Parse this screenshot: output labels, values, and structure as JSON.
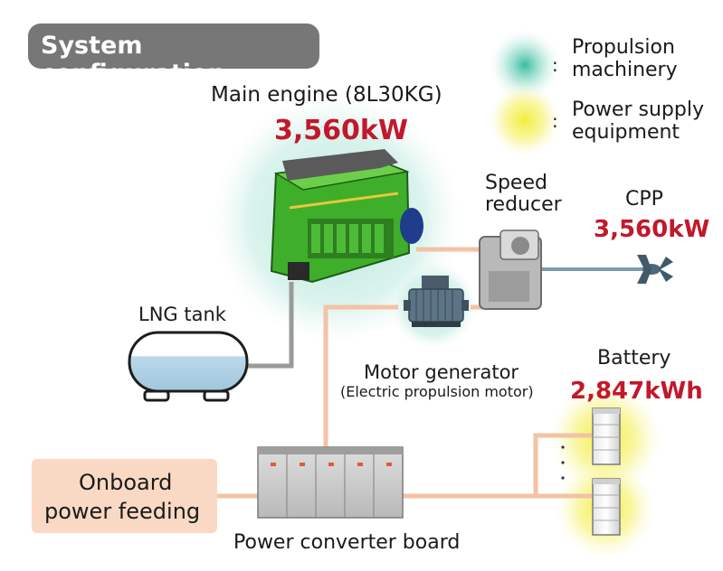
{
  "title": "System configuration",
  "legend": [
    {
      "colon": ":",
      "label_line1": "Propulsion",
      "label_line2": "machinery",
      "color": "#2fb79a"
    },
    {
      "colon": ":",
      "label_line1": "Power supply",
      "label_line2": "equipment",
      "color": "#f2ee3a"
    }
  ],
  "main_engine": {
    "label": "Main engine (8L30KG)",
    "power": "3,560kW"
  },
  "speed_reducer": {
    "line1": "Speed",
    "line2": "reducer"
  },
  "cpp": {
    "label": "CPP",
    "power": "3,560kW"
  },
  "lng_tank": {
    "label": "LNG tank"
  },
  "motor_generator": {
    "label": "Motor generator",
    "sublabel": "(Electric propulsion motor)"
  },
  "battery": {
    "label": "Battery",
    "capacity": "2,847kWh"
  },
  "onboard_feeding": {
    "line1": "Onboard",
    "line2": "power feeding"
  },
  "converter_board": {
    "label": "Power converter board"
  },
  "colors": {
    "accent_red": "#c2182b",
    "connector_peach": "#f4c2a4",
    "fuel_pipe_gray": "#9a9a9a",
    "propulsion_glow": "#2fb79a",
    "supply_glow": "#f2ee3a",
    "engine_green": "#3fae2a"
  }
}
